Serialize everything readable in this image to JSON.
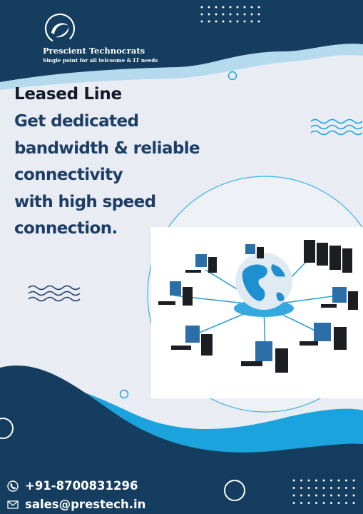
{
  "brand": {
    "company_name": "Prescient Technocrats",
    "tagline": "Single point for all telcoome & IT needs"
  },
  "headline": "Leased Line",
  "body_lines": [
    "Get dedicated",
    "bandwidth & reliable",
    "connectivity",
    "with high speed",
    "connection."
  ],
  "contact": {
    "phone": "+91-8700831296",
    "email": "sales@prestech.in",
    "phone_icon": "phone-icon",
    "email_icon": "envelope-icon"
  },
  "colors": {
    "navy": "#143d5f",
    "accent_blue": "#1aa3dc",
    "background": "#e9ecf3",
    "headline_text": "#111a26",
    "body_text": "#1c3e66"
  }
}
